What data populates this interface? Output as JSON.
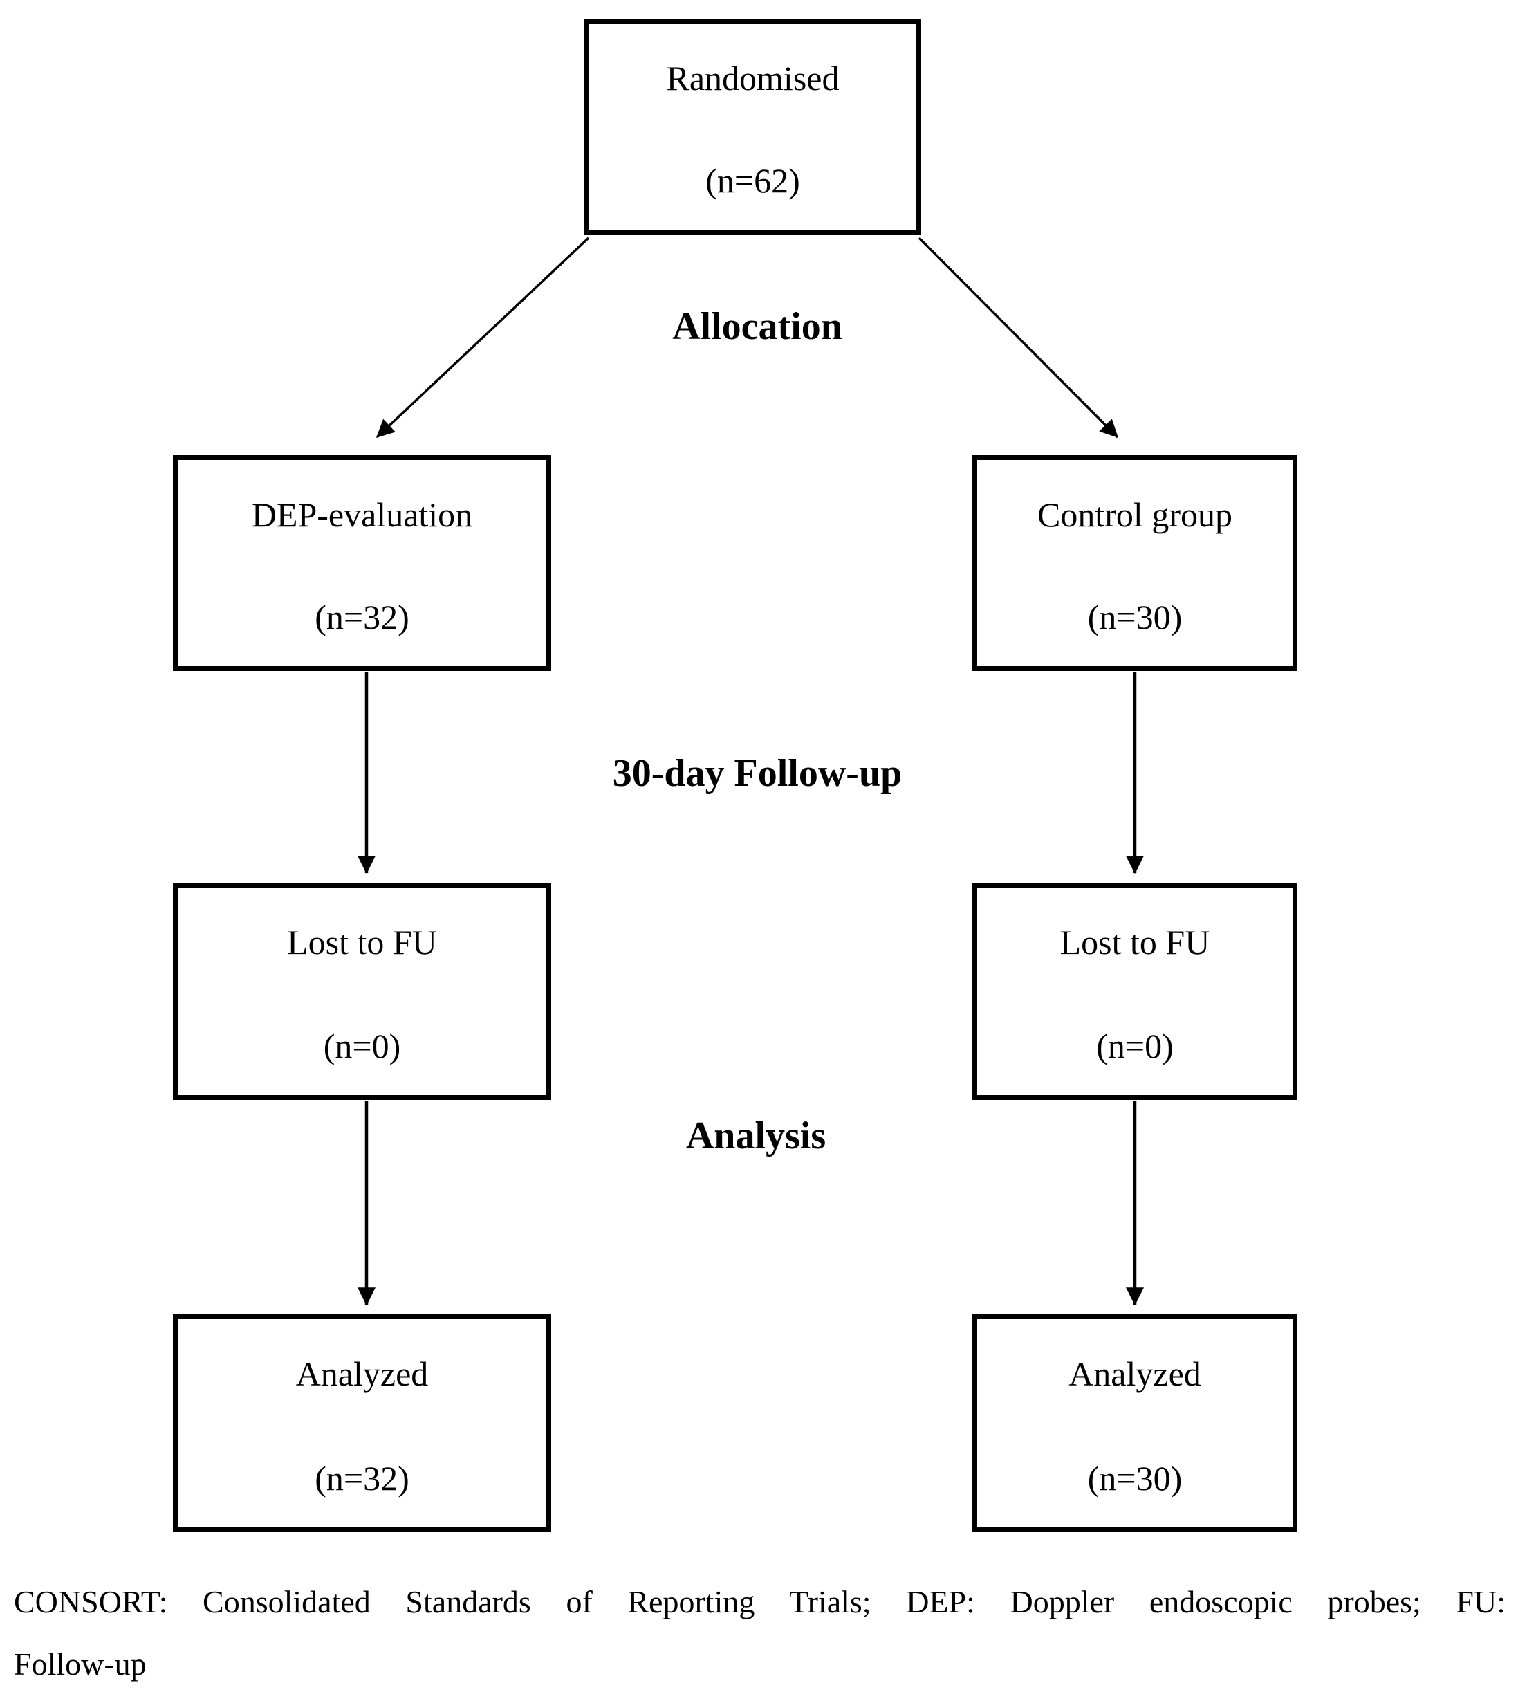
{
  "nodes": {
    "randomised": {
      "label": "Randomised",
      "count": "(n=62)"
    },
    "dep_evaluation": {
      "label": "DEP-evaluation",
      "count": "(n=32)"
    },
    "control_group": {
      "label": "Control group",
      "count": "(n=30)"
    },
    "lost_to_fu_left": {
      "label": "Lost to FU",
      "count": "(n=0)"
    },
    "lost_to_fu_right": {
      "label": "Lost to FU",
      "count": "(n=0)"
    },
    "analyzed_left": {
      "label": "Analyzed",
      "count": "(n=32)"
    },
    "analyzed_right": {
      "label": "Analyzed",
      "count": "(n=30)"
    }
  },
  "stage_labels": {
    "allocation": "Allocation",
    "follow_up": "30-day Follow-up",
    "analysis": "Analysis"
  },
  "caption": {
    "line1": "CONSORT: Consolidated Standards of Reporting Trials; DEP: Doppler endoscopic probes; FU:",
    "line2": "Follow-up"
  },
  "colors": {
    "ink": "#000000",
    "background": "#ffffff"
  }
}
